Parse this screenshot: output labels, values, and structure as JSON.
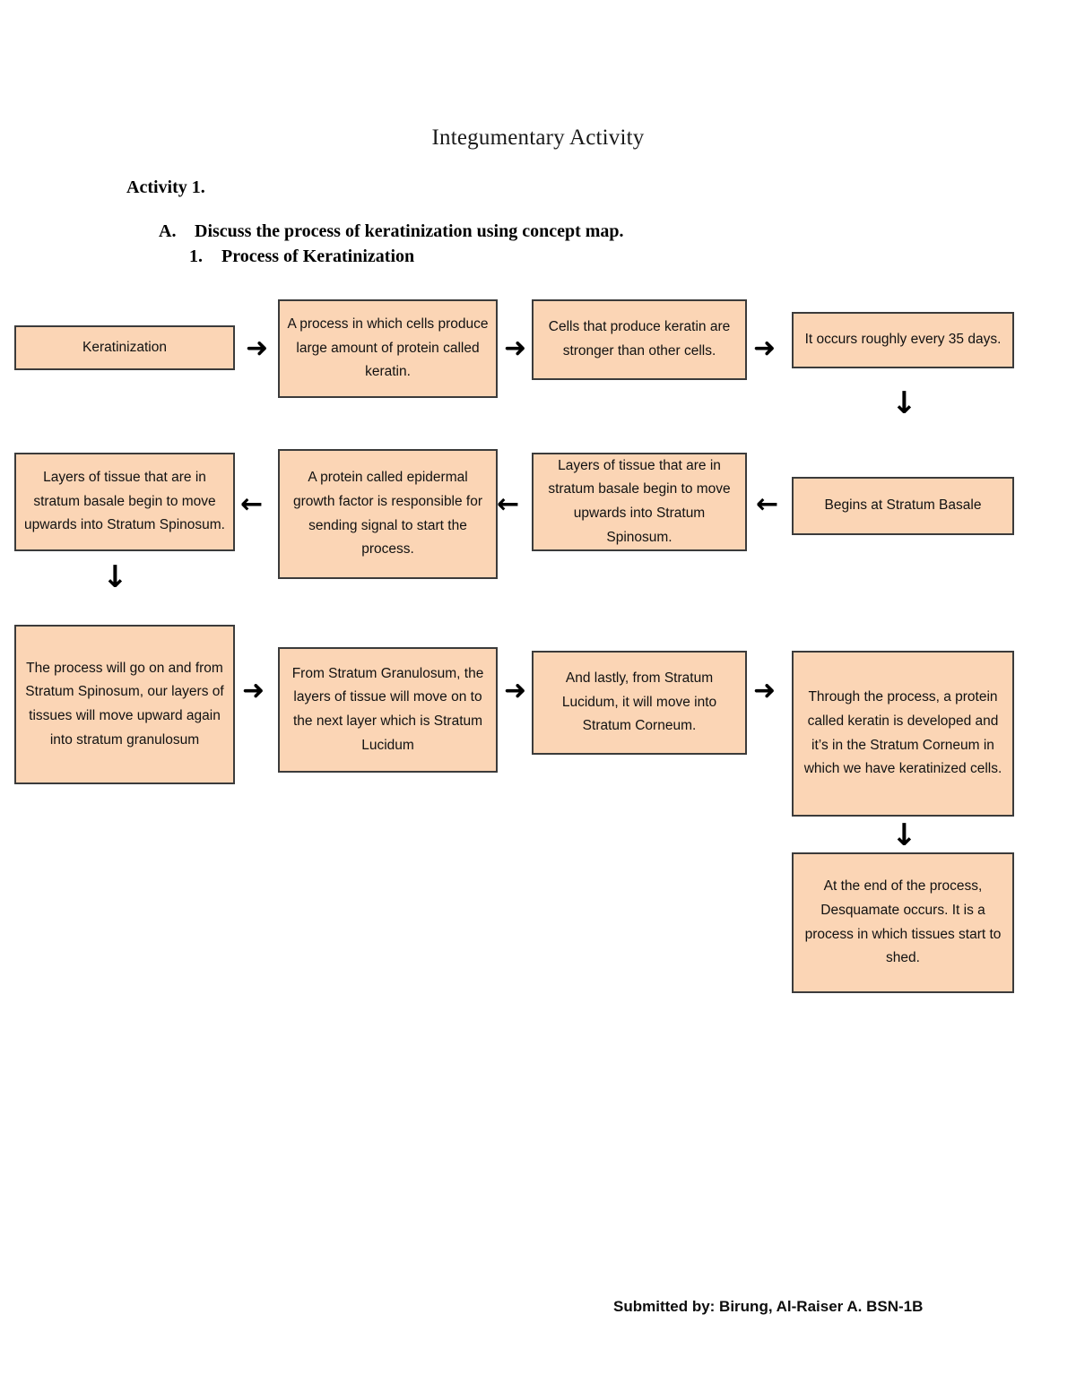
{
  "document": {
    "title": "Integumentary Activity",
    "activity_label": "Activity 1.",
    "outline_a_marker": "A.",
    "outline_a_text": "Discuss the process of keratinization using concept map.",
    "outline_1_marker": "1.",
    "outline_1_text": "Process of Keratinization",
    "footer": "Submitted by: Birung, Al-Raiser A. BSN-1B"
  },
  "colors": {
    "node_fill": "#FBD5B5",
    "node_border": "#3b3b3b",
    "text": "#111111",
    "page_background": "#ffffff"
  },
  "concept_map": {
    "nodes": [
      {
        "id": "n1",
        "text": "Keratinization"
      },
      {
        "id": "n2",
        "text": "A process in which cells produce large amount of protein called keratin."
      },
      {
        "id": "n3",
        "text": "Cells that produce keratin are stronger than other cells."
      },
      {
        "id": "n4",
        "text": "It occurs roughly every 35 days."
      },
      {
        "id": "n5",
        "text": "Begins at Stratum Basale"
      },
      {
        "id": "n6",
        "text": "Layers of tissue that are in stratum basale begin to move upwards into Stratum Spinosum."
      },
      {
        "id": "n7",
        "text": "A protein called epidermal growth factor is responsible for sending signal to start the process."
      },
      {
        "id": "n8",
        "text": "Layers of tissue that are in stratum basale begin to move upwards into Stratum Spinosum."
      },
      {
        "id": "n9",
        "text": "The process will go on and from Stratum Spinosum, our layers of tissues will move upward again into stratum granulosum"
      },
      {
        "id": "n10",
        "text": "From Stratum Granulosum, the layers of tissue will move on to the next layer which is Stratum Lucidum"
      },
      {
        "id": "n11",
        "text": "And lastly, from Stratum Lucidum, it will move into Stratum Corneum."
      },
      {
        "id": "n12",
        "text": "Through the process, a protein called keratin is developed and it’s in the Stratum Corneum in which we have keratinized cells."
      },
      {
        "id": "n13",
        "text": "At the end of the process, Desquamate occurs. It is a process in which tissues start to shed."
      }
    ],
    "arrows": [
      {
        "id": "a1",
        "glyph": "➜",
        "direction": "right"
      },
      {
        "id": "a2",
        "glyph": "➜",
        "direction": "right"
      },
      {
        "id": "a3",
        "glyph": "➜",
        "direction": "right"
      },
      {
        "id": "a4",
        "glyph": "↓",
        "direction": "down"
      },
      {
        "id": "a5",
        "glyph": "←",
        "direction": "left"
      },
      {
        "id": "a6",
        "glyph": "←",
        "direction": "left"
      },
      {
        "id": "a7",
        "glyph": "←",
        "direction": "left"
      },
      {
        "id": "a8",
        "glyph": "↓",
        "direction": "down"
      },
      {
        "id": "a9",
        "glyph": "➜",
        "direction": "right"
      },
      {
        "id": "a10",
        "glyph": "➜",
        "direction": "right"
      },
      {
        "id": "a11",
        "glyph": "➜",
        "direction": "right"
      },
      {
        "id": "a12",
        "glyph": "↓",
        "direction": "down"
      }
    ]
  }
}
